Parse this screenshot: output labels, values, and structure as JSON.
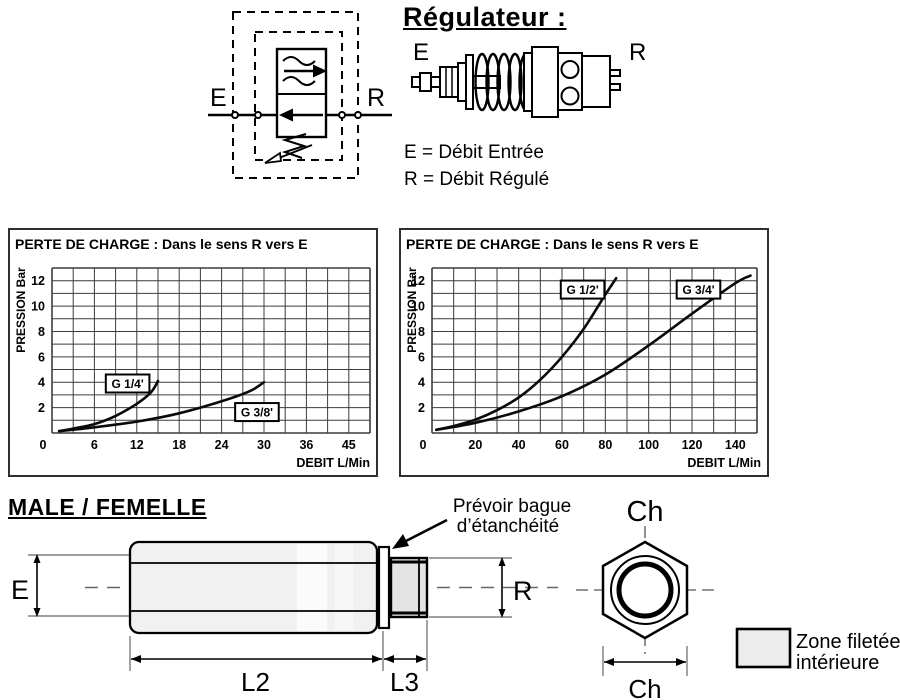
{
  "schematic": {
    "label_e": "E",
    "label_r": "R"
  },
  "regulator": {
    "title": "Régulateur :",
    "label_e": "E",
    "label_r": "R",
    "line1": "E = Débit Entrée",
    "line2": "R = Débit Régulé"
  },
  "chart_data": [
    {
      "type": "line",
      "title": "PERTE DE CHARGE : Dans le sens R vers E",
      "xlabel": "DEBIT L/Min",
      "ylabel": "PRESSION Bar",
      "x_tick_labels": [
        "0",
        "6",
        "12",
        "18",
        "24",
        "30",
        "36",
        "45"
      ],
      "x_units_per_tick": 6,
      "y_ticks": [
        2,
        4,
        6,
        8,
        10,
        12
      ],
      "ylim": [
        0,
        13
      ],
      "grid": true,
      "series": [
        {
          "name": "G 1/4'",
          "points": [
            [
              1,
              0.15
            ],
            [
              3,
              0.35
            ],
            [
              6,
              0.7
            ],
            [
              9,
              1.35
            ],
            [
              12,
              2.3
            ],
            [
              14,
              3.2
            ],
            [
              15,
              4.1
            ]
          ],
          "label_pos": [
            10.7,
            3.9
          ]
        },
        {
          "name": "G 3/8'",
          "points": [
            [
              1,
              0.15
            ],
            [
              6,
              0.45
            ],
            [
              12,
              0.9
            ],
            [
              18,
              1.55
            ],
            [
              24,
              2.5
            ],
            [
              28,
              3.3
            ],
            [
              30,
              4.0
            ]
          ],
          "label_pos": [
            29,
            1.65
          ]
        }
      ]
    },
    {
      "type": "line",
      "title": "PERTE DE CHARGE : Dans le sens R vers E",
      "xlabel": "DEBIT L/Min",
      "ylabel": "PRESSION Bar",
      "x_tick_labels": [
        "0",
        "20",
        "40",
        "60",
        "80",
        "100",
        "120",
        "140"
      ],
      "x_units_per_tick": 20,
      "y_ticks": [
        2,
        4,
        6,
        8,
        10,
        12
      ],
      "ylim": [
        0,
        13
      ],
      "grid": true,
      "series": [
        {
          "name": "G 1/2'",
          "points": [
            [
              2,
              0.25
            ],
            [
              10,
              0.55
            ],
            [
              20,
              1.05
            ],
            [
              30,
              1.8
            ],
            [
              40,
              2.8
            ],
            [
              50,
              4.2
            ],
            [
              60,
              6.0
            ],
            [
              70,
              8.2
            ],
            [
              80,
              10.9
            ],
            [
              85,
              12.2
            ]
          ],
          "label_pos": [
            69.5,
            11.3
          ]
        },
        {
          "name": "G 3/4'",
          "points": [
            [
              2,
              0.25
            ],
            [
              20,
              0.8
            ],
            [
              40,
              1.7
            ],
            [
              60,
              2.9
            ],
            [
              80,
              4.6
            ],
            [
              100,
              6.9
            ],
            [
              120,
              9.4
            ],
            [
              140,
              11.8
            ],
            [
              147,
              12.4
            ]
          ],
          "label_pos": [
            123,
            11.3
          ]
        }
      ]
    }
  ],
  "male_femelle": {
    "heading": "MALE / FEMELLE",
    "dim_e": "E",
    "dim_r": "R",
    "dim_l2": "L2",
    "dim_l3": "L3",
    "note_line1": "Prévoir bague",
    "note_line2": "d’étanchéité",
    "ch_top": "Ch",
    "ch_bottom": "Ch",
    "legend_line1": "Zone filetée",
    "legend_line2": "intérieure"
  }
}
